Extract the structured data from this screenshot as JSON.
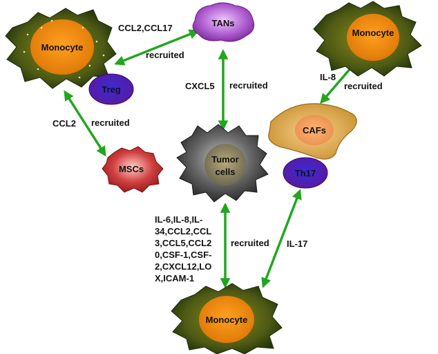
{
  "colors": {
    "arrow": "#22a61e",
    "monocyte_outer": "#2e4212",
    "monocyte_mid": "#6b6a12",
    "monocyte_nucleus": "#f08a10",
    "tans": "#b05ac8",
    "treg": "#6a1da8",
    "th17": "#6a1da8",
    "mscs": "#b02020",
    "cafs": "#d9a040",
    "tumor": "#4a4a4a"
  },
  "cells": {
    "monocyte_top_left": "Monocyte",
    "tans": "TANs",
    "monocyte_top_right": "Monocyte",
    "treg": "Treg",
    "cafs": "CAFs",
    "tumor_line1": "Tumor",
    "tumor_line2": "cells",
    "mscs": "MSCs",
    "th17": "Th17",
    "monocyte_bottom": "Monocyte"
  },
  "labels": {
    "ccl2_ccl17": "CCL2,CCL17",
    "recruited_1": "recruited",
    "cxcl5": "CXCL5",
    "recruited_2": "recruited",
    "il8": "IL-8",
    "recruited_3": "recruited",
    "ccl2": "CCL2",
    "recruited_4": "recruited",
    "cytokines_lines": [
      "IL-6,IL-8,IL-",
      "34,CCL2,CCL",
      "3,CCL5,CCL2",
      "0,CSF-1,CSF-",
      "2,CXCL12,LO",
      "X,ICAM-1"
    ],
    "recruited_5": "recruited",
    "il17": "IL-17"
  }
}
